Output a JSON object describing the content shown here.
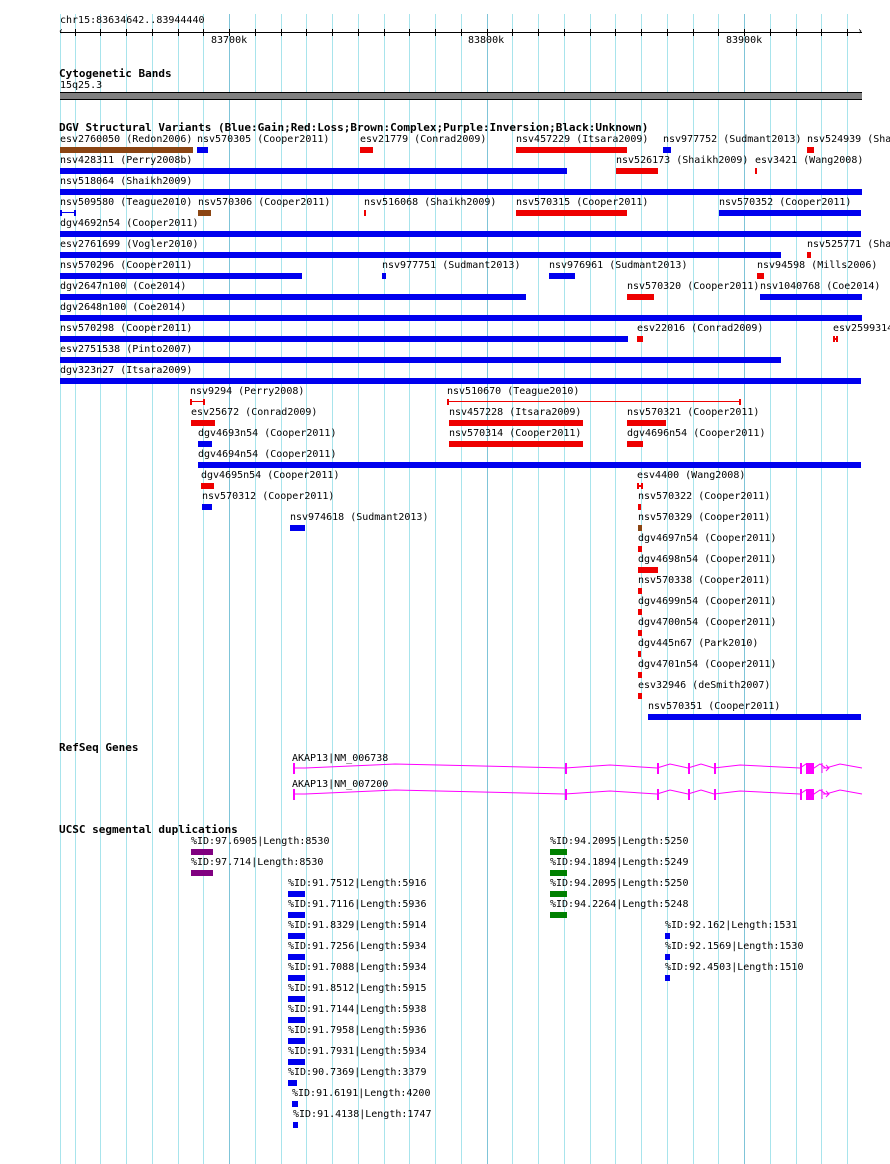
{
  "ruler": {
    "range_label": "chr15:83634642..83944440",
    "ticks": [
      "83700k",
      "83800k",
      "83900k"
    ]
  },
  "cytoband": {
    "title": "Cytogenetic Bands",
    "band": "15q25.3"
  },
  "dgv": {
    "title": "DGV Structural Variants (Blue:Gain;Red:Loss;Brown:Complex;Purple:Inversion;Black:Unknown)",
    "colors": {
      "gain": "#0000ee",
      "loss": "#ee0000",
      "complex": "#8b4513",
      "inversion": "#800080"
    },
    "features": [
      {
        "label": "esv2760050 (Redon2006)",
        "type": "complex"
      },
      {
        "label": "nsv570305 (Cooper2011)",
        "type": "gain"
      },
      {
        "label": "esv21779 (Conrad2009)",
        "type": "loss"
      },
      {
        "label": "nsv457229 (Itsara2009)",
        "type": "loss"
      },
      {
        "label": "nsv977752 (Sudmant2013)",
        "type": "gain"
      },
      {
        "label": "nsv524939 (Sha",
        "type": "loss"
      },
      {
        "label": "nsv428311 (Perry2008b)",
        "type": "gain"
      },
      {
        "label": "nsv526173 (Shaikh2009)",
        "type": "loss"
      },
      {
        "label": "esv3421 (Wang2008)",
        "type": "loss"
      },
      {
        "label": "nsv518064 (Shaikh2009)",
        "type": "gain"
      },
      {
        "label": "nsv509580 (Teague2010)",
        "type": "gain"
      },
      {
        "label": "nsv570306 (Cooper2011)",
        "type": "complex"
      },
      {
        "label": "nsv516068 (Shaikh2009)",
        "type": "loss"
      },
      {
        "label": "nsv570315 (Cooper2011)",
        "type": "loss"
      },
      {
        "label": "nsv570352 (Cooper2011)",
        "type": "gain"
      },
      {
        "label": "dgv4692n54 (Cooper2011)",
        "type": "gain"
      },
      {
        "label": "esv2761699 (Vogler2010)",
        "type": "gain"
      },
      {
        "label": "nsv525771 (Sha",
        "type": "loss"
      },
      {
        "label": "nsv570296 (Cooper2011)",
        "type": "gain"
      },
      {
        "label": "nsv977751 (Sudmant2013)",
        "type": "gain"
      },
      {
        "label": "nsv976961 (Sudmant2013)",
        "type": "gain"
      },
      {
        "label": "nsv94598 (Mills2006)",
        "type": "loss"
      },
      {
        "label": "dgv2647n100 (Coe2014)",
        "type": "gain"
      },
      {
        "label": "nsv570320 (Cooper2011)",
        "type": "loss"
      },
      {
        "label": "nsv1040768 (Coe2014)",
        "type": "gain"
      },
      {
        "label": "dgv2648n100 (Coe2014)",
        "type": "gain"
      },
      {
        "label": "nsv570298 (Cooper2011)",
        "type": "gain"
      },
      {
        "label": "esv22016 (Conrad2009)",
        "type": "loss"
      },
      {
        "label": "esv2599314",
        "type": "loss"
      },
      {
        "label": "esv2751538 (Pinto2007)",
        "type": "gain"
      },
      {
        "label": "dgv323n27 (Itsara2009)",
        "type": "gain"
      },
      {
        "label": "nsv9294 (Perry2008)",
        "type": "loss"
      },
      {
        "label": "nsv510670 (Teague2010)",
        "type": "loss"
      },
      {
        "label": "esv25672 (Conrad2009)",
        "type": "loss"
      },
      {
        "label": "nsv457228 (Itsara2009)",
        "type": "loss"
      },
      {
        "label": "nsv570321 (Cooper2011)",
        "type": "loss"
      },
      {
        "label": "dgv4693n54 (Cooper2011)",
        "type": "gain"
      },
      {
        "label": "nsv570314 (Cooper2011)",
        "type": "loss"
      },
      {
        "label": "dgv4696n54 (Cooper2011)",
        "type": "loss"
      },
      {
        "label": "dgv4694n54 (Cooper2011)",
        "type": "gain"
      },
      {
        "label": "dgv4695n54 (Cooper2011)",
        "type": "loss"
      },
      {
        "label": "esv4400 (Wang2008)",
        "type": "loss"
      },
      {
        "label": "nsv570312 (Cooper2011)",
        "type": "gain"
      },
      {
        "label": "nsv570322 (Cooper2011)",
        "type": "loss"
      },
      {
        "label": "nsv974618 (Sudmant2013)",
        "type": "gain"
      },
      {
        "label": "nsv570329 (Cooper2011)",
        "type": "complex"
      },
      {
        "label": "dgv4697n54 (Cooper2011)",
        "type": "loss"
      },
      {
        "label": "dgv4698n54 (Cooper2011)",
        "type": "loss"
      },
      {
        "label": "nsv570338 (Cooper2011)",
        "type": "loss"
      },
      {
        "label": "dgv4699n54 (Cooper2011)",
        "type": "loss"
      },
      {
        "label": "dgv4700n54 (Cooper2011)",
        "type": "loss"
      },
      {
        "label": "dgv445n67 (Park2010)",
        "type": "loss"
      },
      {
        "label": "dgv4701n54 (Cooper2011)",
        "type": "loss"
      },
      {
        "label": "esv32946 (deSmith2007)",
        "type": "loss"
      },
      {
        "label": "nsv570351 (Cooper2011)",
        "type": "gain"
      }
    ]
  },
  "refseq": {
    "title": "RefSeq Genes",
    "color": "#ff00ff",
    "genes": [
      {
        "label": "AKAP13|NM_006738"
      },
      {
        "label": "AKAP13|NM_007200"
      }
    ]
  },
  "segdup": {
    "title": "UCSC segmental duplications",
    "features": [
      {
        "label": "%ID:97.6905|Length:8530",
        "color": "#800080"
      },
      {
        "label": "%ID:97.714|Length:8530",
        "color": "#800080"
      },
      {
        "label": "%ID:91.7512|Length:5916",
        "color": "#0000ee"
      },
      {
        "label": "%ID:91.7116|Length:5936",
        "color": "#0000ee"
      },
      {
        "label": "%ID:91.8329|Length:5914",
        "color": "#0000ee"
      },
      {
        "label": "%ID:91.7256|Length:5934",
        "color": "#0000ee"
      },
      {
        "label": "%ID:91.7088|Length:5934",
        "color": "#0000ee"
      },
      {
        "label": "%ID:91.8512|Length:5915",
        "color": "#0000ee"
      },
      {
        "label": "%ID:91.7144|Length:5938",
        "color": "#0000ee"
      },
      {
        "label": "%ID:91.7958|Length:5936",
        "color": "#0000ee"
      },
      {
        "label": "%ID:91.7931|Length:5934",
        "color": "#0000ee"
      },
      {
        "label": "%ID:90.7369|Length:3379",
        "color": "#0000ee"
      },
      {
        "label": "%ID:91.6191|Length:4200",
        "color": "#0000ee"
      },
      {
        "label": "%ID:91.4138|Length:1747",
        "color": "#0000ee"
      },
      {
        "label": "%ID:94.2095|Length:5250",
        "color": "#008000"
      },
      {
        "label": "%ID:94.1894|Length:5249",
        "color": "#008000"
      },
      {
        "label": "%ID:94.2095|Length:5250",
        "color": "#008000"
      },
      {
        "label": "%ID:94.2264|Length:5248",
        "color": "#008000"
      },
      {
        "label": "%ID:92.162|Length:1531",
        "color": "#0000ee"
      },
      {
        "label": "%ID:92.1569|Length:1530",
        "color": "#0000ee"
      },
      {
        "label": "%ID:92.4503|Length:1510",
        "color": "#0000ee"
      }
    ]
  }
}
